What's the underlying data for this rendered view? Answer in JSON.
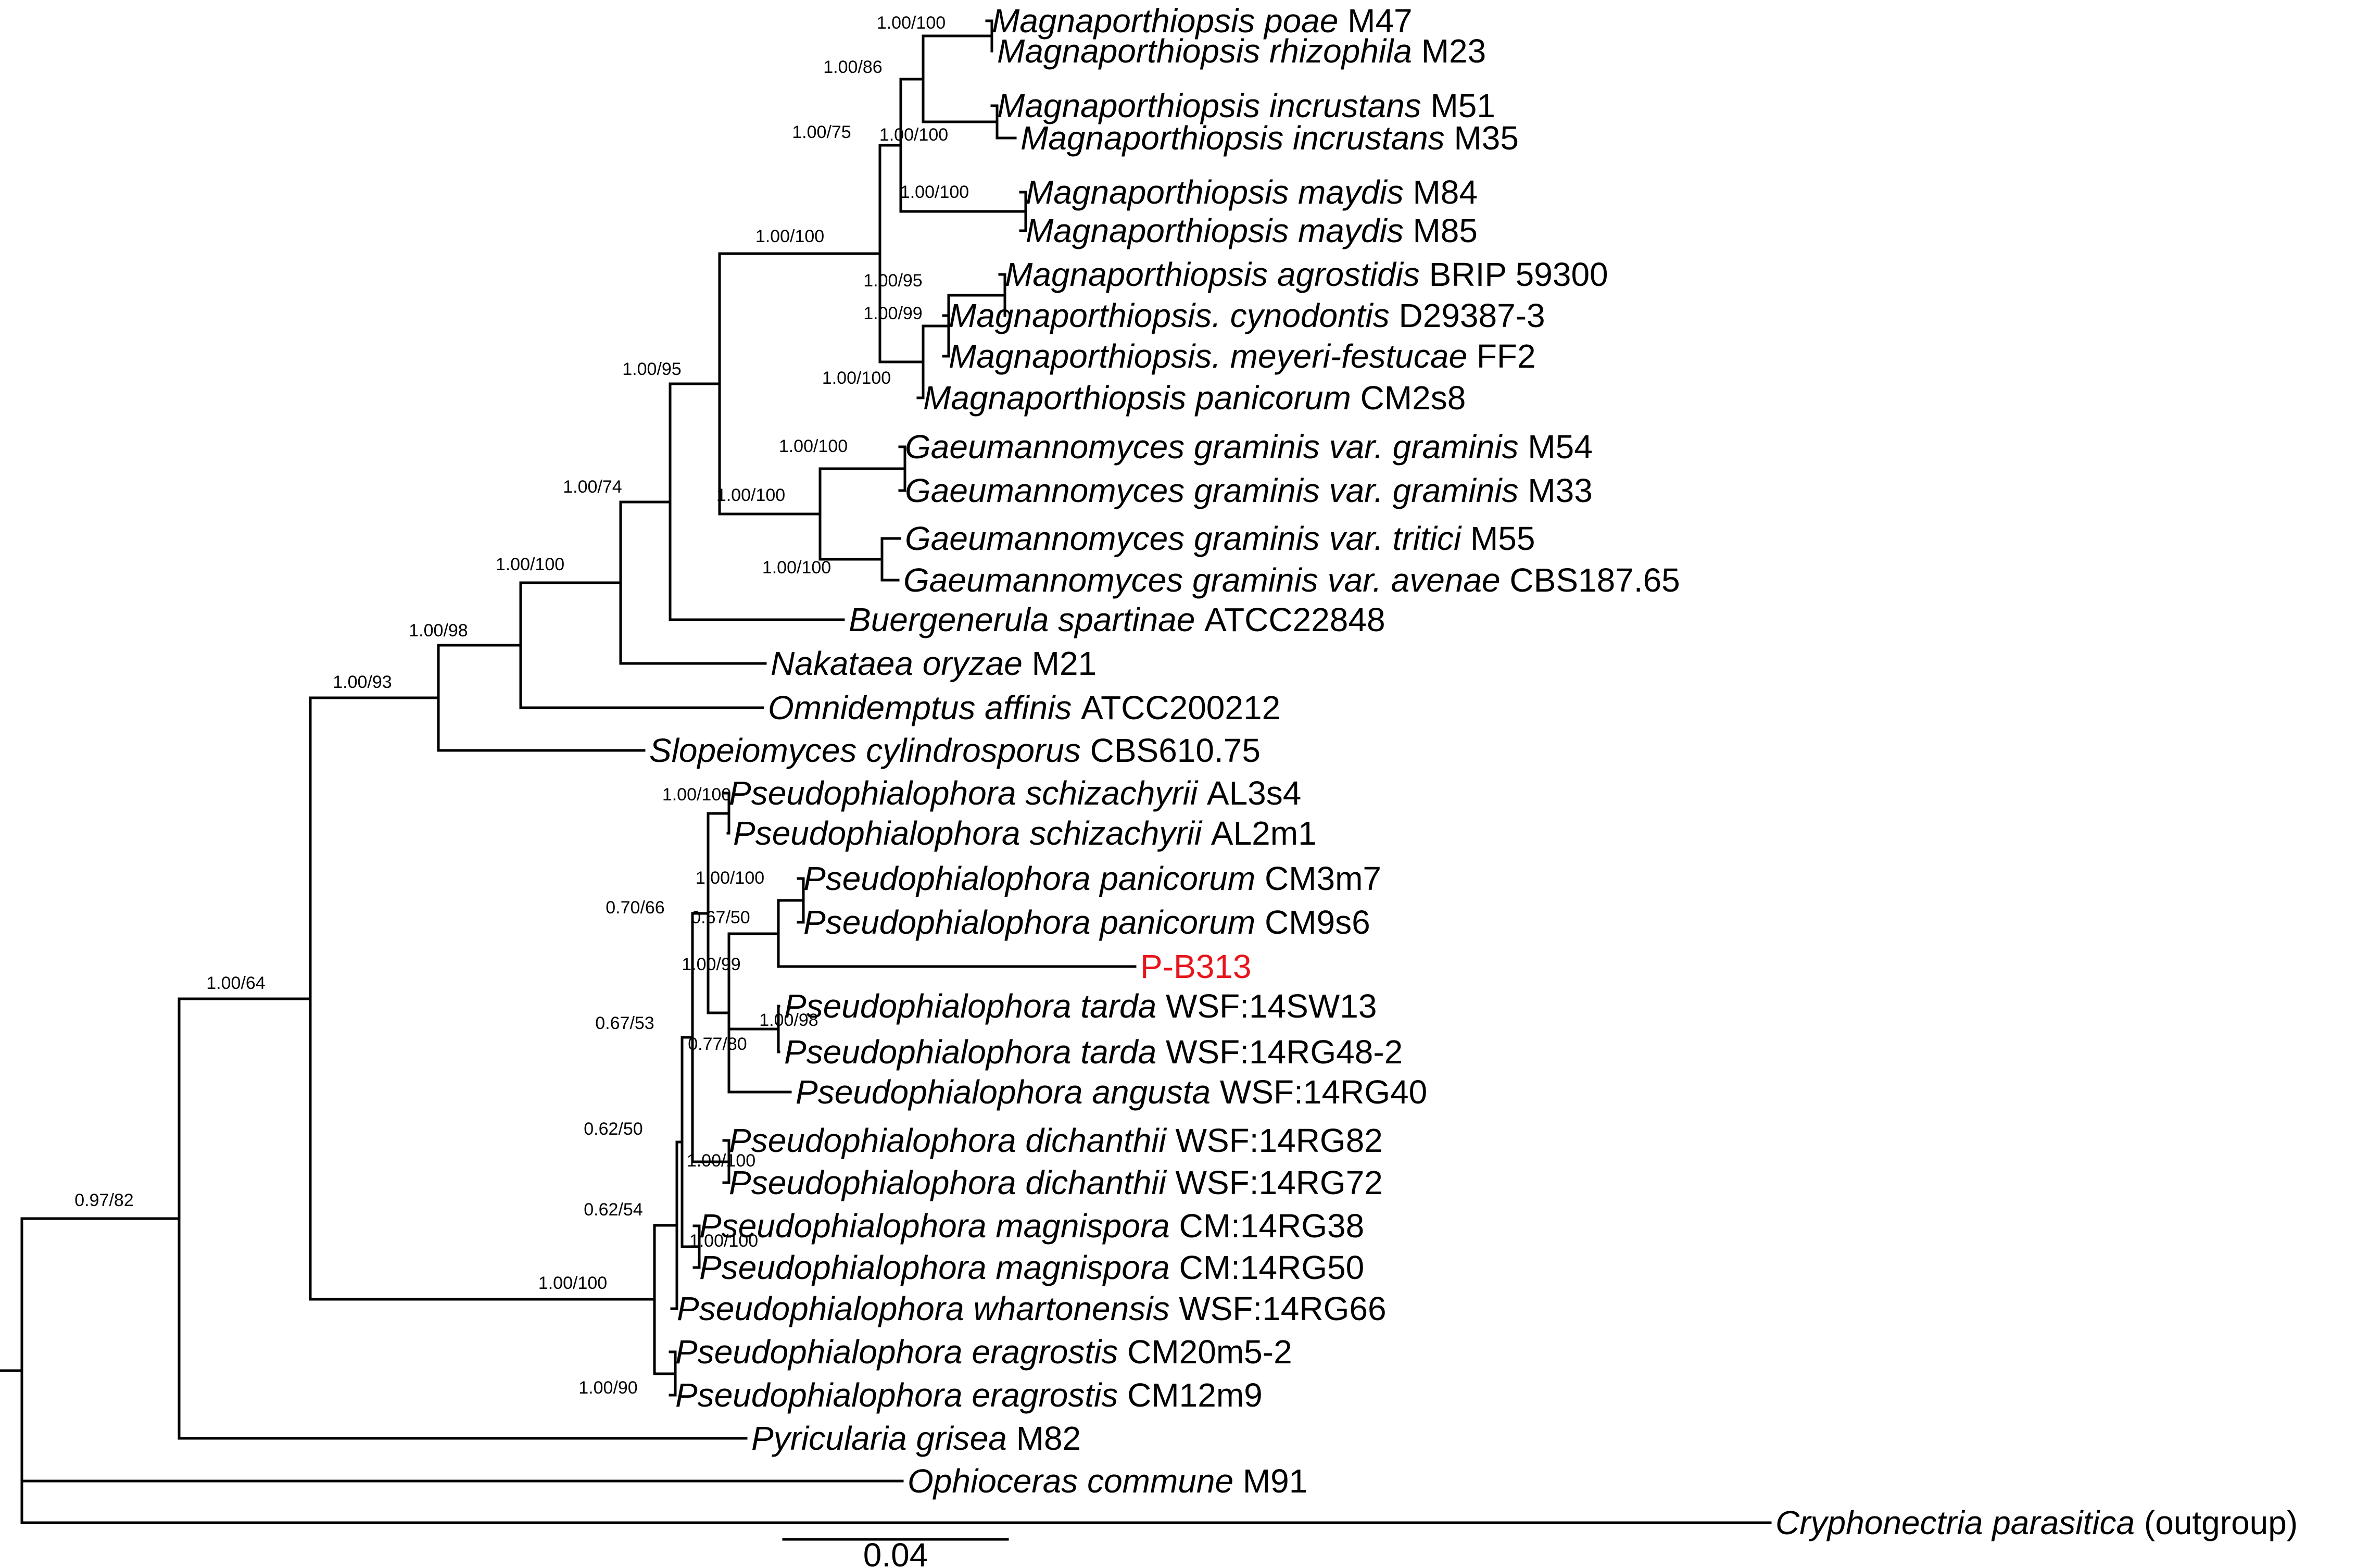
{
  "taxa": [
    {
      "species": "Magnaporthiopsis poae",
      "strain": "M47"
    },
    {
      "species": "Magnaporthiopsis rhizophila",
      "strain": "M23"
    },
    {
      "species": "Magnaporthiopsis incrustans",
      "strain": "M51"
    },
    {
      "species": "Magnaporthiopsis incrustans",
      "strain": "M35"
    },
    {
      "species": "Magnaporthiopsis maydis",
      "strain": "M84"
    },
    {
      "species": "Magnaporthiopsis maydis",
      "strain": "M85"
    },
    {
      "species": "Magnaporthiopsis agrostidis",
      "strain": "BRIP 59300"
    },
    {
      "species": "Magnaporthiopsis. cynodontis",
      "strain": "D29387-3"
    },
    {
      "species": "Magnaporthiopsis. meyeri-festucae",
      "strain": "FF2"
    },
    {
      "species": "Magnaporthiopsis panicorum",
      "strain": "CM2s8"
    },
    {
      "species": "Gaeumannomyces graminis var. graminis",
      "strain": "M54"
    },
    {
      "species": "Gaeumannomyces graminis var. graminis",
      "strain": "M33"
    },
    {
      "species": "Gaeumannomyces graminis var. tritici",
      "strain": "M55"
    },
    {
      "species": "Gaeumannomyces graminis var. avenae",
      "strain": "CBS187.65"
    },
    {
      "species": "Buergenerula spartinae",
      "strain": "ATCC22848"
    },
    {
      "species": "Nakataea oryzae",
      "strain": "M21"
    },
    {
      "species": "Omnidemptus affinis",
      "strain": "ATCC200212"
    },
    {
      "species": "Slopeiomyces cylindrosporus",
      "strain": "CBS610.75"
    },
    {
      "species": "Pseudophialophora schizachyrii",
      "strain": "AL3s4"
    },
    {
      "species": "Pseudophialophora schizachyrii",
      "strain": "AL2m1"
    },
    {
      "species": "Pseudophialophora panicorum",
      "strain": "CM3m7"
    },
    {
      "species": "Pseudophialophora panicorum",
      "strain": "CM9s6"
    },
    {
      "species": "",
      "strain": "P-B313",
      "highlight": true,
      "color": "#e8141b"
    },
    {
      "species": "Pseudophialophora tarda",
      "strain": "WSF:14SW13"
    },
    {
      "species": "Pseudophialophora tarda",
      "strain": "WSF:14RG48-2"
    },
    {
      "species": "Pseudophialophora angusta",
      "strain": "WSF:14RG40"
    },
    {
      "species": "Pseudophialophora dichanthii",
      "strain": "WSF:14RG82"
    },
    {
      "species": "Pseudophialophora dichanthii",
      "strain": "WSF:14RG72"
    },
    {
      "species": "Pseudophialophora magnispora",
      "strain": "CM:14RG38"
    },
    {
      "species": "Pseudophialophora magnispora",
      "strain": "CM:14RG50"
    },
    {
      "species": "Pseudophialophora whartonensis",
      "strain": "WSF:14RG66"
    },
    {
      "species": "Pseudophialophora eragrostis",
      "strain": "CM20m5-2"
    },
    {
      "species": "Pseudophialophora eragrostis",
      "strain": "CM12m9"
    },
    {
      "species": "Pyricularia grisea",
      "strain": "M82"
    },
    {
      "species": "Ophioceras commune",
      "strain": "M91"
    },
    {
      "species": "Cryphonectria parasitica",
      "strain": "(outgroup)"
    }
  ],
  "support_values": [
    "1.00/100",
    "1.00/86",
    "1.00/100",
    "1.00/75",
    "1.00/100",
    "1.00/100",
    "1.00/95",
    "1.00/99",
    "1.00/100",
    "1.00/95",
    "1.00/100",
    "1.00/100",
    "1.00/100",
    "1.00/74",
    "1.00/100",
    "1.00/98",
    "1.00/93",
    "1.00/100",
    "1.00/100",
    "0.67/50",
    "0.70/66",
    "1.00/99",
    "1.00/98",
    "0.77/80",
    "0.67/53",
    "1.00/100",
    "0.62/50",
    "1.00/100",
    "0.62/54",
    "1.00/100",
    "1.00/90",
    "1.00/64",
    "0.97/82"
  ],
  "scale_bar": {
    "label": "0.04",
    "value": 0.04
  },
  "colors": {
    "branch": "#000000",
    "highlight": "#e8141b"
  }
}
